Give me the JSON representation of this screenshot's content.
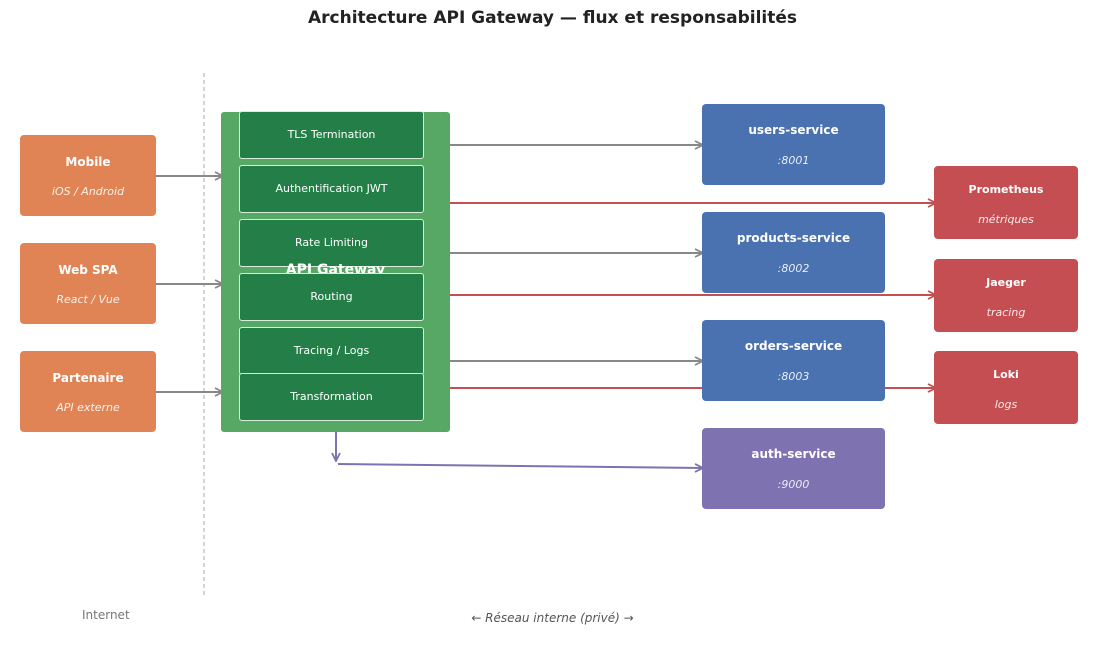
{
  "title": "Architecture API Gateway — flux et responsabilités",
  "clients": [
    {
      "name": "Mobile",
      "sub": "iOS / Android"
    },
    {
      "name": "Web SPA",
      "sub": "React / Vue"
    },
    {
      "name": "Partenaire",
      "sub": "API externe"
    }
  ],
  "gateway": {
    "label": "API Gateway",
    "modules": [
      "TLS Termination",
      "Authentification JWT",
      "Rate Limiting",
      "Routing",
      "Tracing / Logs",
      "Transformation"
    ]
  },
  "services": [
    {
      "name": "users-service",
      "port": ":8001"
    },
    {
      "name": "products-service",
      "port": ":8002"
    },
    {
      "name": "orders-service",
      "port": ":8003"
    },
    {
      "name": "auth-service",
      "port": ":9000"
    }
  ],
  "observability": [
    {
      "name": "Prometheus",
      "sub": "métriques"
    },
    {
      "name": "Jaeger",
      "sub": "tracing"
    },
    {
      "name": "Loki",
      "sub": "logs"
    }
  ],
  "zones": {
    "internet": "Internet",
    "internal": "← Réseau interne (privé) →"
  },
  "colors": {
    "client": "#e08455",
    "gateway": "#58a865",
    "module": "#237f47",
    "service": "#4a71b0",
    "auth": "#7f72b0",
    "observability": "#c44e52",
    "arrow_gray": "#888888",
    "arrow_red": "#c44e52",
    "arrow_purple": "#7f72b0"
  }
}
